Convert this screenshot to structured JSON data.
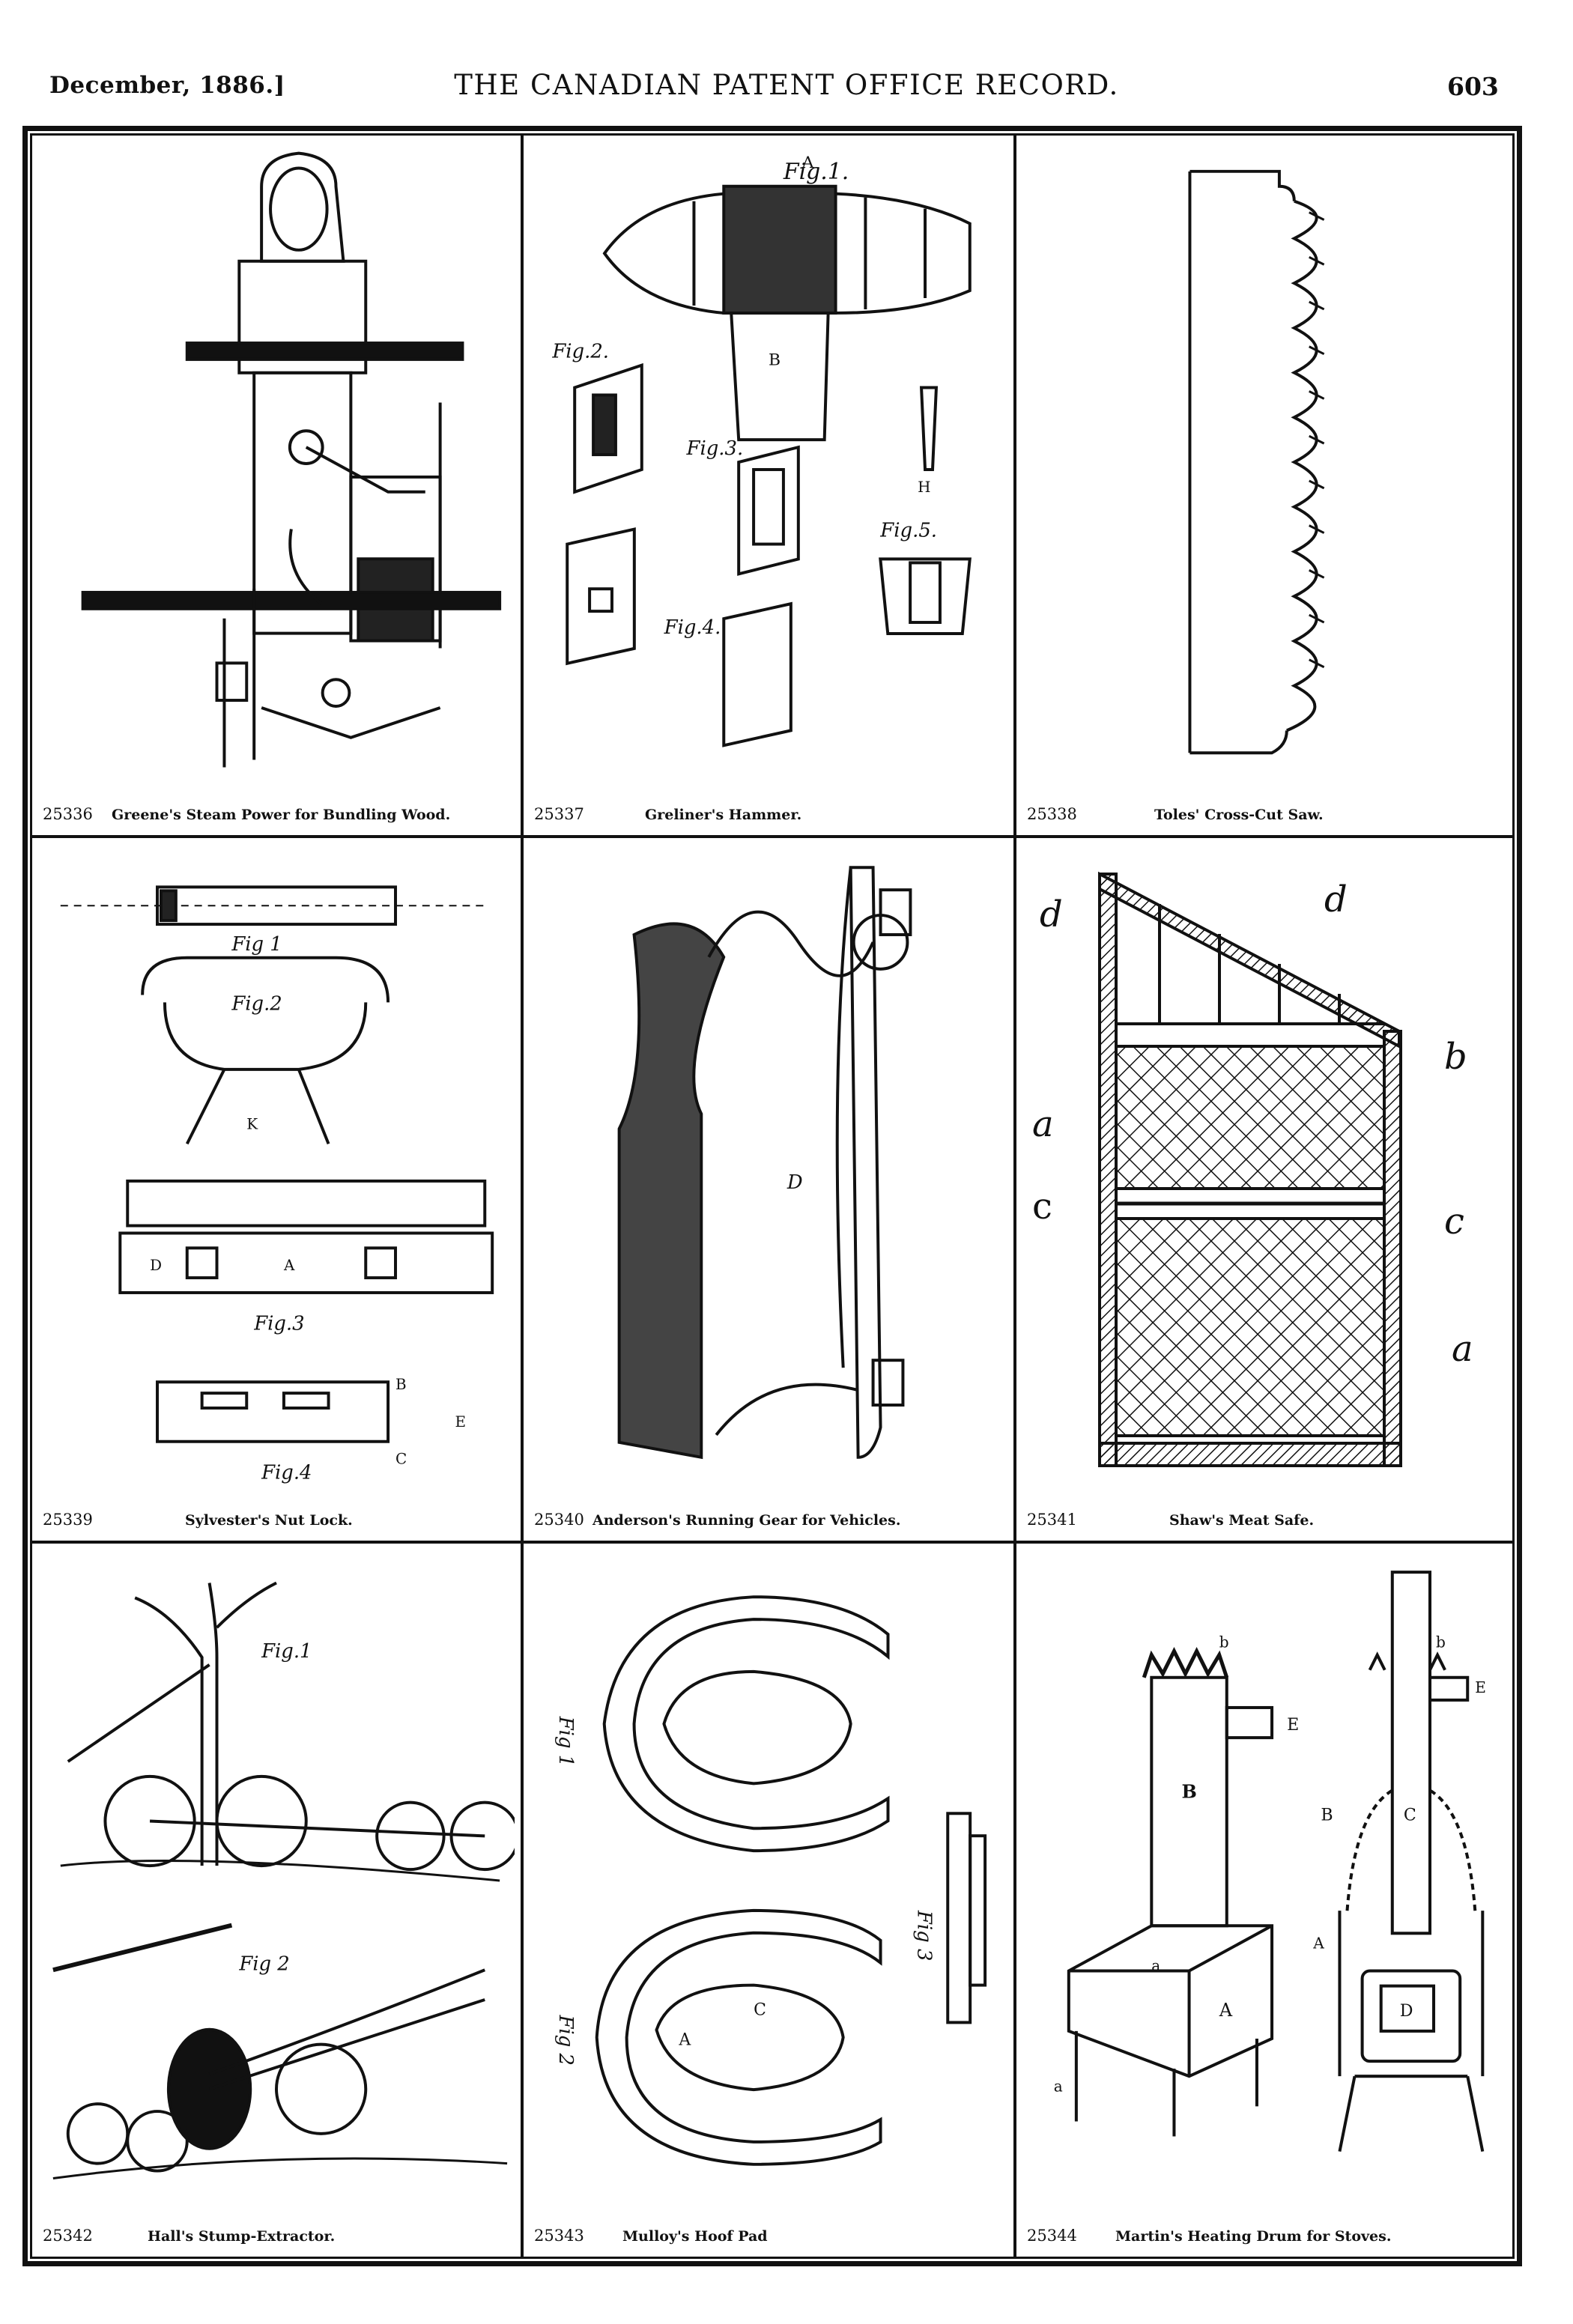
{
  "header": {
    "date": "December, 1886.]",
    "title": "THE CANADIAN PATENT OFFICE RECORD.",
    "page_number": "603"
  },
  "patents": [
    {
      "number": "25336",
      "title": "Greene's Steam Power for Bundling Wood."
    },
    {
      "number": "25337",
      "title": "Greliner's Hammer."
    },
    {
      "number": "25338",
      "title": "Toles' Cross-Cut Saw."
    },
    {
      "number": "25339",
      "title": "Sylvester's Nut Lock."
    },
    {
      "number": "25340",
      "title": "Anderson's Running Gear for Vehicles."
    },
    {
      "number": "25341",
      "title": "Shaw's Meat Safe."
    },
    {
      "number": "25342",
      "title": "Hall's Stump-Extractor."
    },
    {
      "number": "25343",
      "title": "Mulloy's Hoof Pad"
    },
    {
      "number": "25344",
      "title": "Martin's Heating Drum for Stoves."
    }
  ],
  "figure_labels": {
    "hammer": [
      "Fig.1.",
      "Fig.2.",
      "Fig.3.",
      "Fig.4.",
      "Fig.5.",
      "A",
      "B",
      "H"
    ],
    "nutlock": [
      "Fig 1",
      "Fig.2",
      "Fig.3",
      "Fig.4",
      "A",
      "B",
      "C",
      "D",
      "E",
      "K"
    ],
    "gear": [
      "D"
    ],
    "safe": [
      "d",
      "d",
      "b",
      "a",
      "c",
      "c",
      "a"
    ],
    "stump": [
      "Fig.1",
      "Fig 2"
    ],
    "hoof": [
      "Fig 1",
      "Fig 2",
      "Fig 3",
      "A",
      "C"
    ],
    "stove": [
      "A",
      "A",
      "B",
      "B",
      "C",
      "D",
      "E",
      "E",
      "a",
      "a",
      "b",
      "b"
    ]
  },
  "icons": [
    "steam-bundling-machine-icon",
    "hammer-icon",
    "cross-cut-saw-icon",
    "nut-lock-icon",
    "running-gear-icon",
    "meat-safe-icon",
    "stump-extractor-icon",
    "hoof-pad-icon",
    "heating-drum-icon"
  ]
}
